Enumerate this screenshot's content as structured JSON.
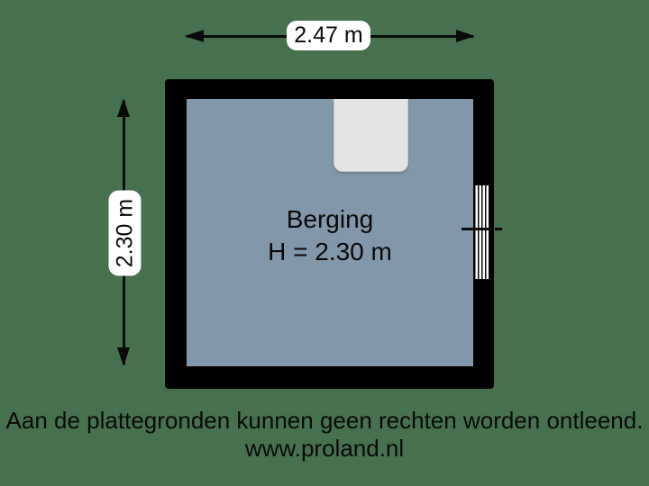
{
  "colors": {
    "background": "#47704E",
    "wall": "#000000",
    "room": "#8397AA",
    "ink": "#0A0A0A",
    "door": "#E2E4E5",
    "door_border": "#C5CACC",
    "window": "#FFFFFF",
    "label_bg": "#FFFFFF"
  },
  "dimensions": {
    "width_label": "2.47 m",
    "height_label": "2.30 m"
  },
  "room": {
    "name": "Berging",
    "height_text": "H = 2.30 m"
  },
  "footer": {
    "disclaimer": "Aan de plattegronden kunnen geen rechten worden ontleend.",
    "website": "www.proland.nl"
  }
}
